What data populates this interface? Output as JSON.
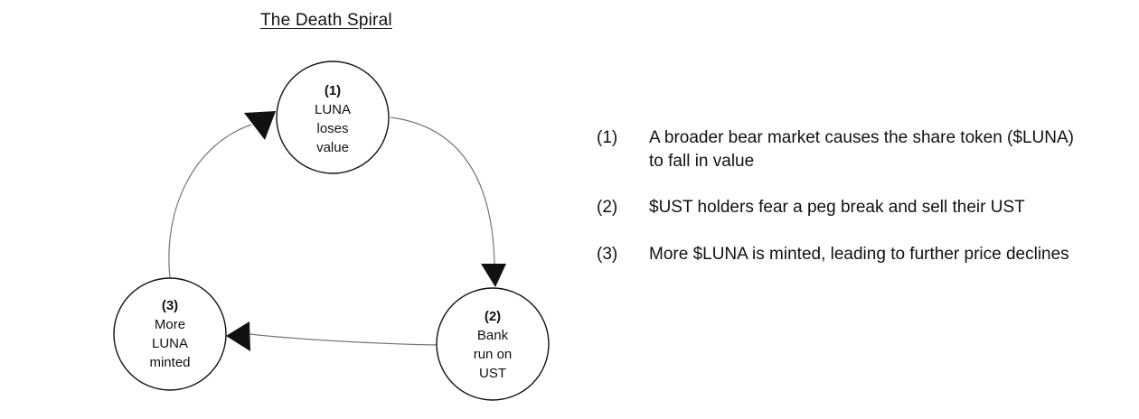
{
  "title": "The Death Spiral",
  "nodes": [
    {
      "id": "1",
      "number": "(1)",
      "lines": [
        "LUNA",
        "loses",
        "value"
      ]
    },
    {
      "id": "2",
      "number": "(2)",
      "lines": [
        "Bank",
        "run on",
        "UST"
      ]
    },
    {
      "id": "3",
      "number": "(3)",
      "lines": [
        "More",
        "LUNA",
        "minted"
      ]
    }
  ],
  "legend": [
    {
      "number": "(1)",
      "text": "A broader bear market causes the share token ($LUNA) to fall in value"
    },
    {
      "number": "(2)",
      "text": "$UST holders fear a peg break and sell their UST"
    },
    {
      "number": "(3)",
      "text": "More $LUNA is minted, leading to further price declines"
    }
  ]
}
